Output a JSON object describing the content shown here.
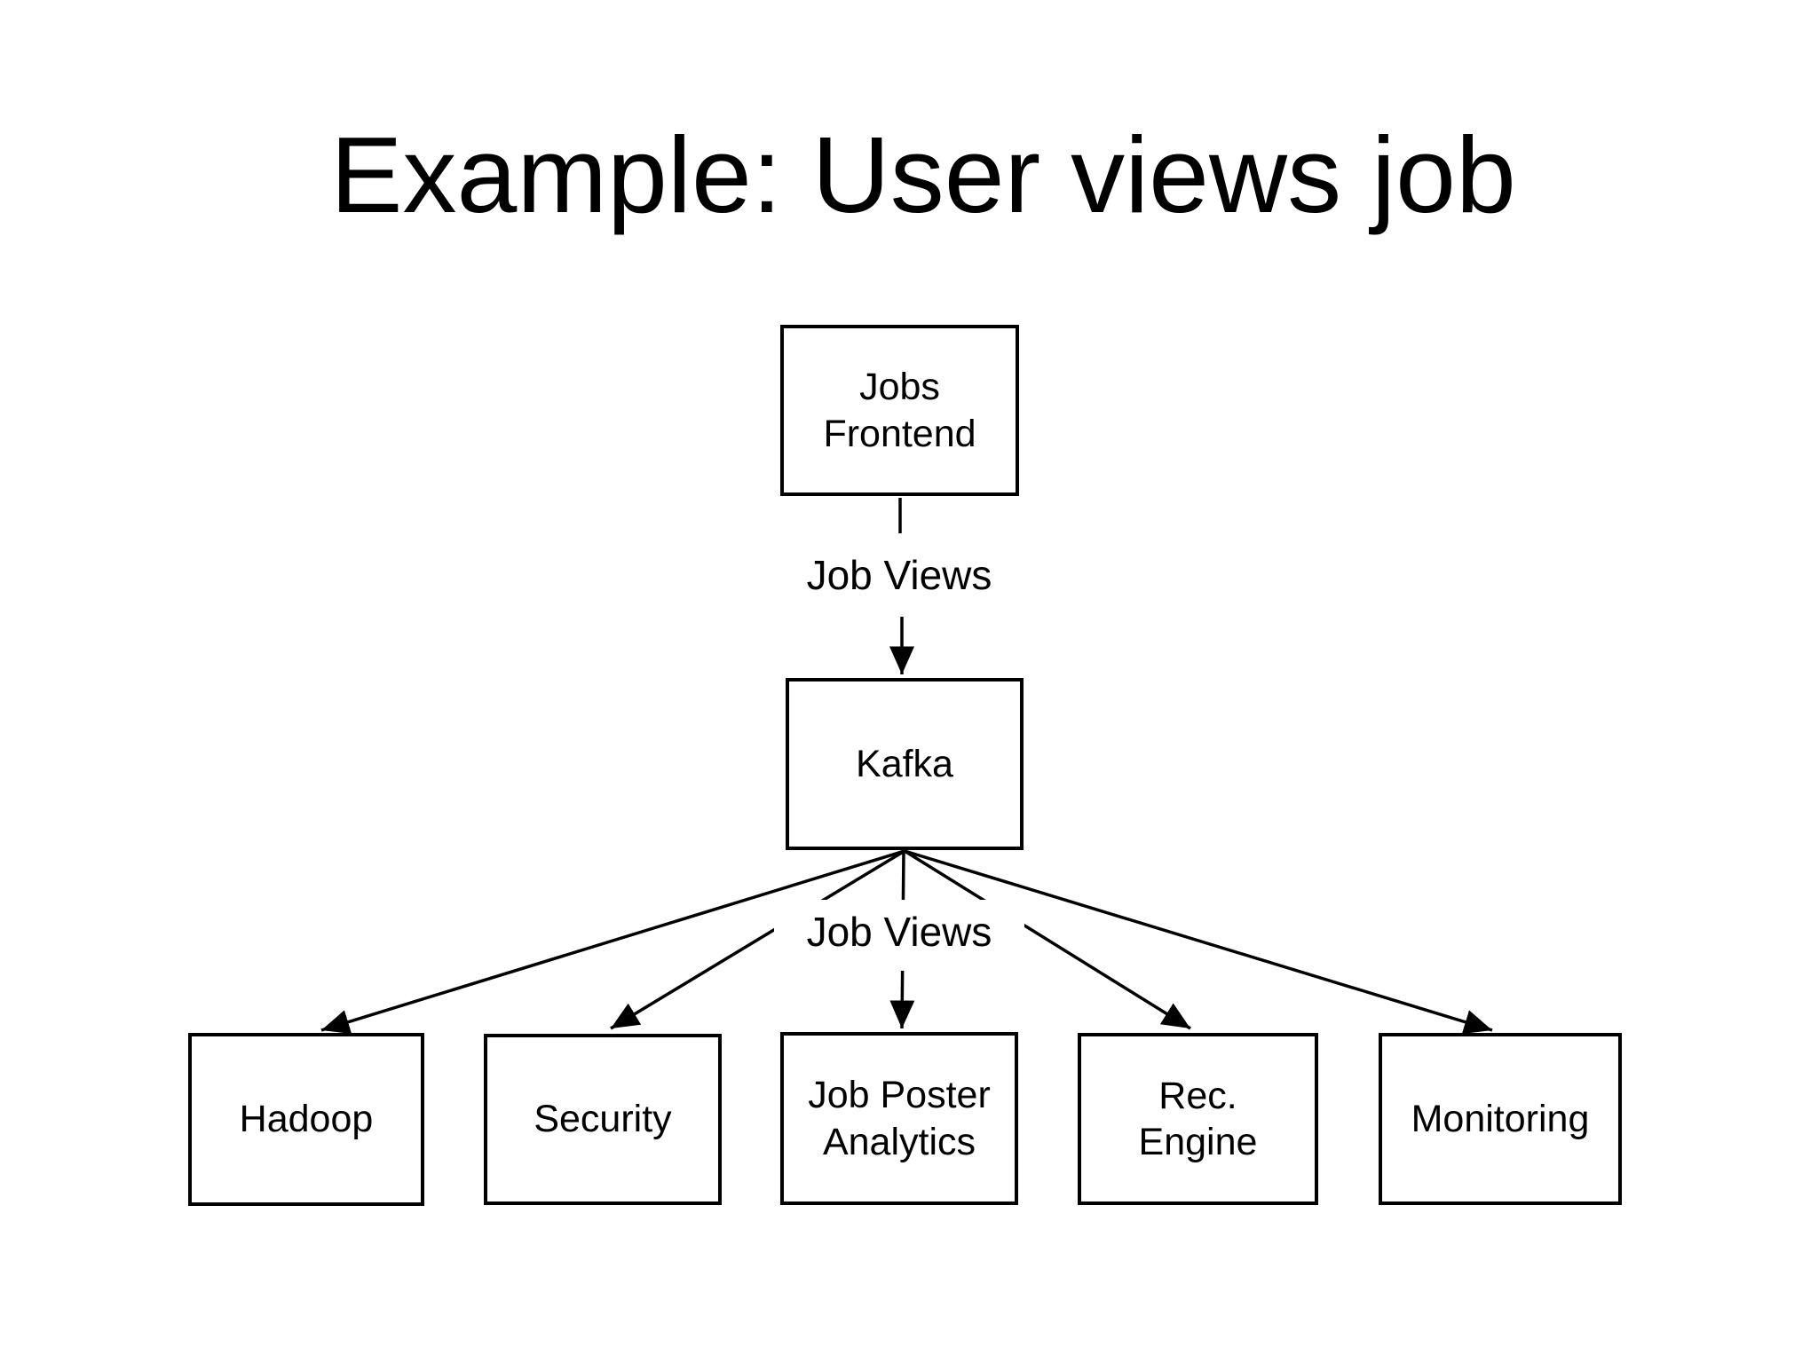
{
  "slide": {
    "title": "Example: User views job",
    "background_color": "#ffffff",
    "stroke_color": "#000000"
  },
  "diagram": {
    "nodes": [
      {
        "id": "jobs-frontend",
        "label": "Jobs\nFrontend"
      },
      {
        "id": "kafka",
        "label": "Kafka"
      },
      {
        "id": "hadoop",
        "label": "Hadoop"
      },
      {
        "id": "security",
        "label": "Security"
      },
      {
        "id": "job-poster-analytics",
        "label": "Job Poster\nAnalytics"
      },
      {
        "id": "rec-engine",
        "label": "Rec.\nEngine"
      },
      {
        "id": "monitoring",
        "label": "Monitoring"
      }
    ],
    "edge_labels": [
      {
        "id": "job-views-upper",
        "text": "Job Views"
      },
      {
        "id": "job-views-lower",
        "text": "Job Views"
      }
    ],
    "edges": [
      {
        "from": "jobs-frontend",
        "to": "kafka",
        "label": "Job Views"
      },
      {
        "from": "kafka",
        "to": "hadoop",
        "label": "Job Views"
      },
      {
        "from": "kafka",
        "to": "security",
        "label": "Job Views"
      },
      {
        "from": "kafka",
        "to": "job-poster-analytics",
        "label": "Job Views"
      },
      {
        "from": "kafka",
        "to": "rec-engine",
        "label": "Job Views"
      },
      {
        "from": "kafka",
        "to": "monitoring",
        "label": "Job Views"
      }
    ]
  }
}
